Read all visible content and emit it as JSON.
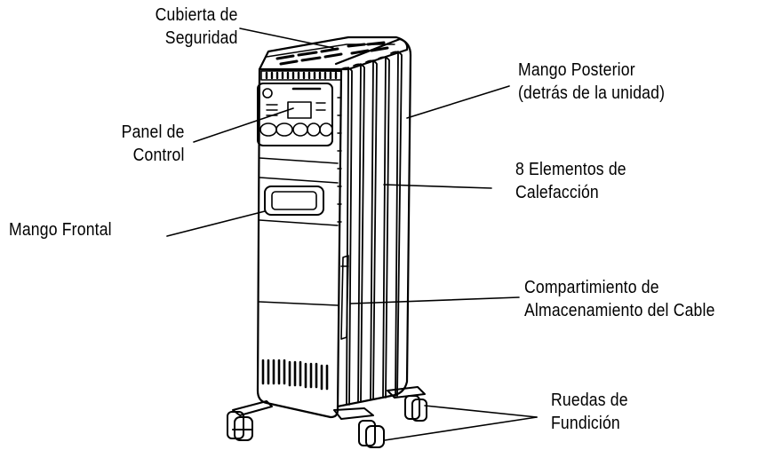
{
  "labels": {
    "safety_cover": [
      "Cubierta de",
      "Seguridad"
    ],
    "control_panel": [
      "Panel de",
      "Control"
    ],
    "front_handle": [
      "Mango Frontal"
    ],
    "rear_handle": [
      "Mango Posterior",
      "(detrás de la unidad)"
    ],
    "heating_elements": [
      "8 Elementos de",
      "Calefacción"
    ],
    "cord_storage": [
      "Compartimiento  de",
      "Almacenamiento del Cable"
    ],
    "casters": [
      "Ruedas de",
      "Fundición"
    ]
  }
}
